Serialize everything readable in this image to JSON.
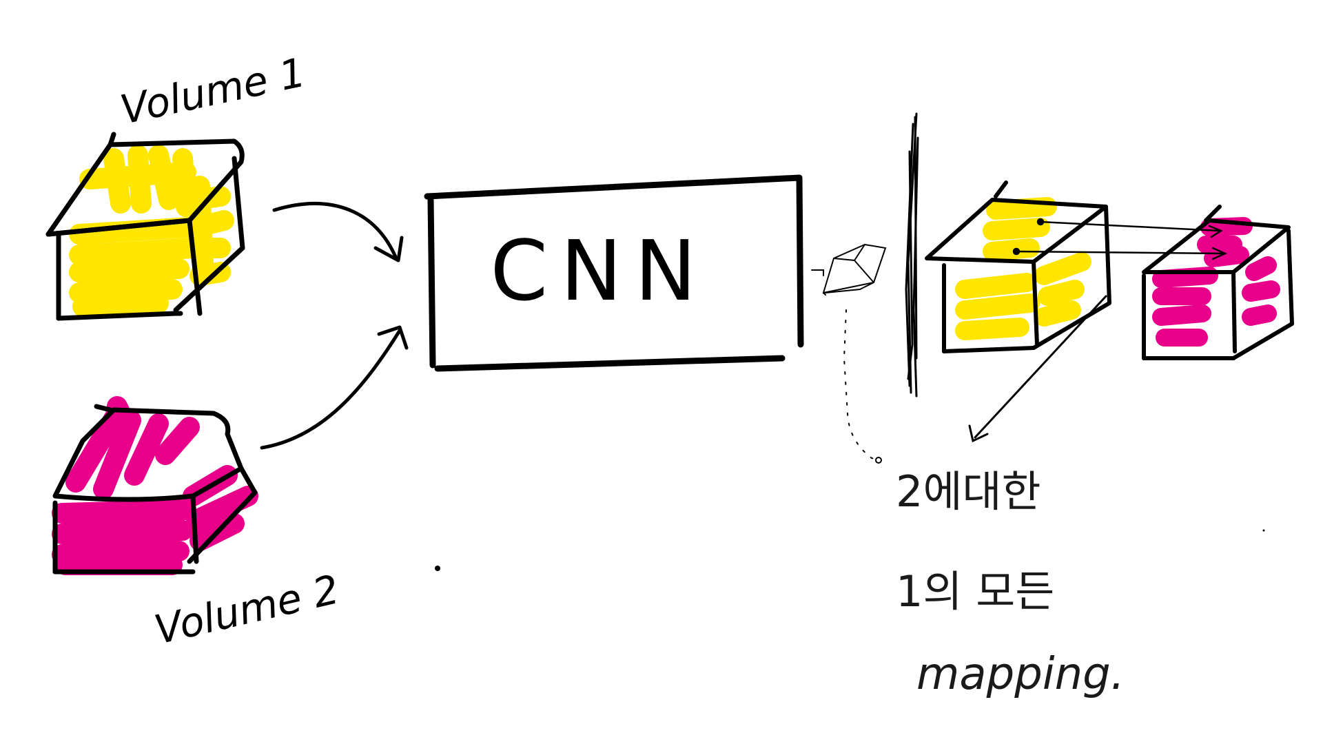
{
  "colors": {
    "ink": "#000000",
    "volume1_fill": "#ffe600",
    "volume2_fill": "#e8008a",
    "background": "#ffffff"
  },
  "labels": {
    "volume1": "Volume 1",
    "volume2": "Volume 2",
    "cnn": "CNN",
    "note_line1": "2에대한",
    "note_line2": "1의 모든",
    "note_line3": "mapping."
  }
}
